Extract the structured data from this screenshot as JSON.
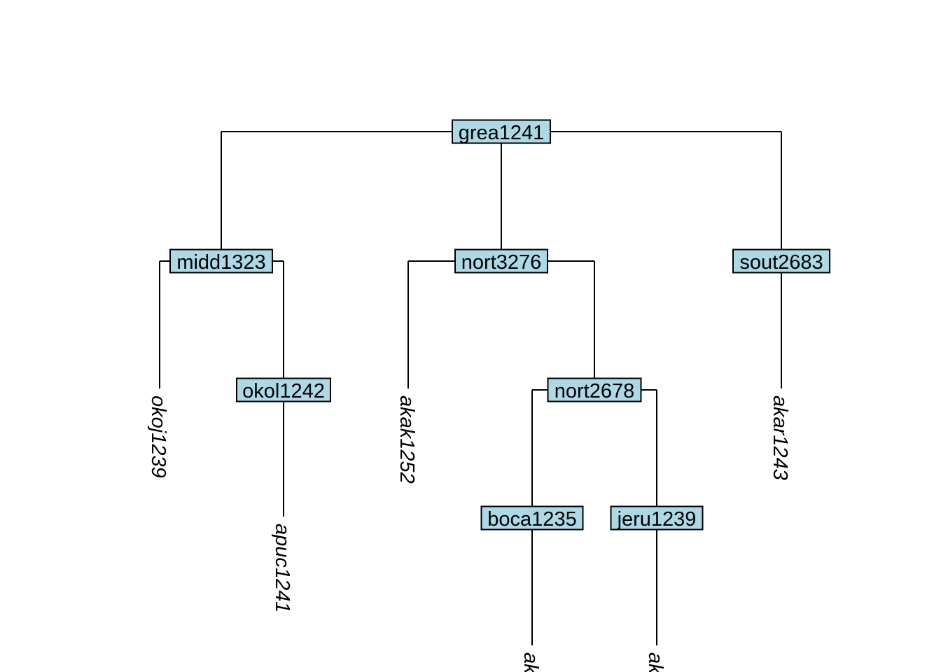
{
  "tree": {
    "node_fill": "#add8e6",
    "line_color": "#000000",
    "internal_nodes": [
      {
        "id": "grea1241",
        "label": "grea1241",
        "children": [
          "midd1323",
          "nort3276",
          "sout2683"
        ]
      },
      {
        "id": "midd1323",
        "label": "midd1323",
        "children": [
          "okoj1239",
          "okol1242"
        ]
      },
      {
        "id": "nort3276",
        "label": "nort3276",
        "children": [
          "akak1252",
          "nort2678"
        ]
      },
      {
        "id": "sout2683",
        "label": "sout2683",
        "children": [
          "akar1243"
        ]
      },
      {
        "id": "okol1242",
        "label": "okol1242",
        "children": [
          "apuc1241"
        ]
      },
      {
        "id": "nort2678",
        "label": "nort2678",
        "children": [
          "boca1235",
          "jeru1239"
        ]
      },
      {
        "id": "boca1235",
        "label": "boca1235",
        "children": [
          "leaf_boca"
        ]
      },
      {
        "id": "jeru1239",
        "label": "jeru1239",
        "children": [
          "leaf_jeru"
        ]
      }
    ],
    "leaves": [
      {
        "id": "okoj1239",
        "label": "okoj1239"
      },
      {
        "id": "apuc1241",
        "label": "apuc1241"
      },
      {
        "id": "akak1252",
        "label": "akak1252"
      },
      {
        "id": "akar1243",
        "label": "akar1243"
      },
      {
        "id": "leaf_boca",
        "label": "ak"
      },
      {
        "id": "leaf_jeru",
        "label": "ak"
      }
    ]
  }
}
